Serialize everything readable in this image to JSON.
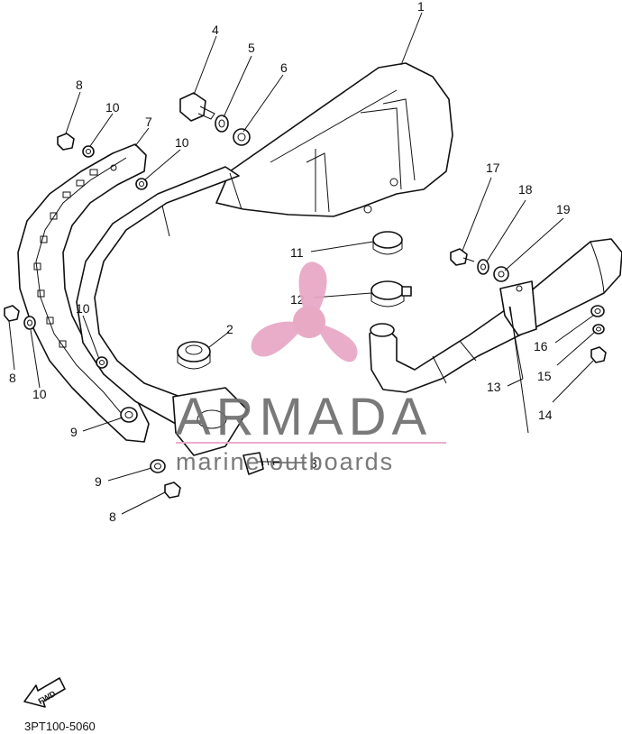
{
  "diagram": {
    "part_code": "3PT100-5060",
    "fwd_label": "FWD",
    "callouts": [
      "1",
      "2",
      "3",
      "4",
      "5",
      "6",
      "7",
      "8",
      "8",
      "8",
      "9",
      "9",
      "10",
      "10",
      "10",
      "10",
      "11",
      "12",
      "13",
      "14",
      "15",
      "16",
      "17",
      "18",
      "19"
    ]
  },
  "watermark": {
    "brand": "ARMADA",
    "tagline": "marine outboards",
    "colors": {
      "propeller": "#e8a7c6",
      "text": "#6e6e6e",
      "rule": "#e8a7c6"
    }
  }
}
